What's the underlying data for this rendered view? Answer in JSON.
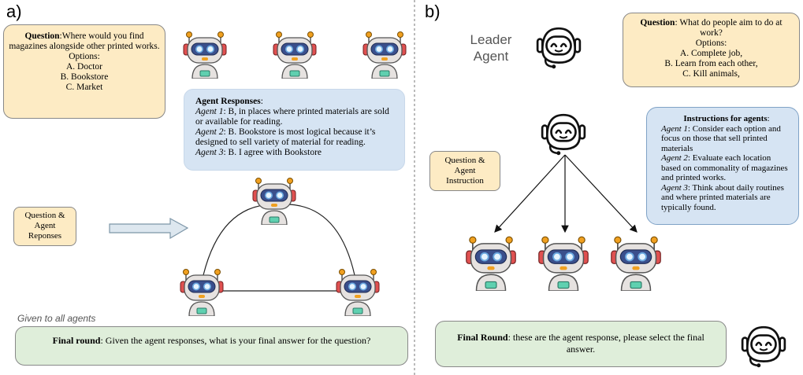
{
  "panel_a": {
    "label": "a)",
    "question_box": {
      "question_label": "Question",
      "question_text": ":Where would you find magazines alongside other printed works.",
      "options_title": "Options:",
      "options": [
        "A. Doctor",
        "B. Bookstore",
        "C. Market"
      ]
    },
    "responses_box": {
      "title": "Agent Responses",
      "title_suffix": ":",
      "items": [
        {
          "agent": "Agent 1",
          "text": ": B, in places where printed materials are sold or available for reading."
        },
        {
          "agent": "Agent 2",
          "text": ": B. Bookstore is most logical because it’s designed to sell variety of material for reading."
        },
        {
          "agent": "Agent 3",
          "text": ": B. I agree with Bookstore"
        }
      ]
    },
    "qa_box": {
      "lines": [
        "Question &",
        "Agent",
        "Reponses"
      ]
    },
    "given_note": "Given to all agents",
    "final_box": {
      "bold": "Final round",
      "text": ": Given the agent responses, what is your final answer for the question?"
    }
  },
  "panel_b": {
    "label": "b)",
    "leader_label": [
      "Leader",
      "Agent"
    ],
    "question_box": {
      "question_label": "Question",
      "question_text": ": What do people aim to do at work?",
      "options_title": "Options:",
      "options": [
        "A. Complete job,",
        "B. Learn from each other,",
        "C. Kill animals,"
      ]
    },
    "instr_box": {
      "title": "Instructions for agents",
      "title_suffix": ":",
      "items": [
        {
          "agent": "Agent 1",
          "text": ": Consider each option and focus on those that sell printed materials"
        },
        {
          "agent": "Agent 2",
          "text": ": Evaluate each location based on commonality of magazines and printed works."
        },
        {
          "agent": "Agent 3",
          "text": ": Think about daily routines and where printed materials are typically found."
        }
      ]
    },
    "qi_box": {
      "lines": [
        "Question &",
        "Agent",
        "Instruction"
      ]
    },
    "final_box": {
      "bold": "Final Round",
      "text": ": these are the agent response, please select the final answer."
    }
  },
  "colors": {
    "yellow": "#fdebc4",
    "blue": "#d6e4f3",
    "green": "#dfeeda",
    "robot_accent": "#f0a020",
    "robot_screen": "#3a4f8c"
  }
}
